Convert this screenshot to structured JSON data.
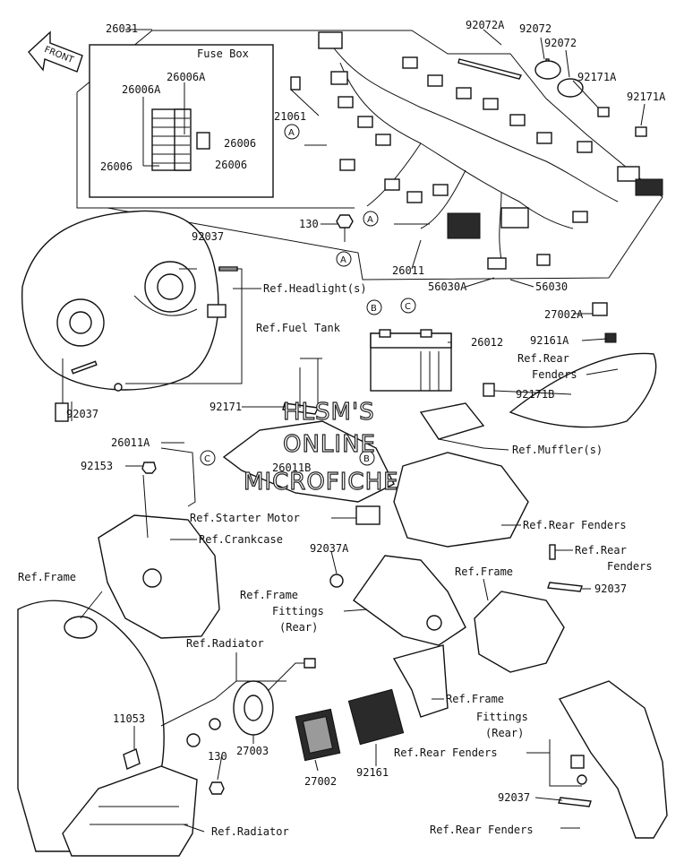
{
  "front_label": "FRONT",
  "fuse_box_title": "Fuse Box",
  "watermark": [
    "HLSM'S",
    "ONLINE",
    "MICROFICHE"
  ],
  "part_labels": {
    "p26031": "26031",
    "p92072A": "92072A",
    "p92072a": "92072",
    "p92072b": "92072",
    "p92171A_1": "92171A",
    "p92171A_2": "92171A",
    "p26006A_1": "26006A",
    "p26006A_2": "26006A",
    "p26006_1": "26006",
    "p26006_2": "26006",
    "p26006_3": "26006",
    "p21061": "21061",
    "p130a": "130",
    "p26011": "26011",
    "p56030A": "56030A",
    "p56030": "56030",
    "p92037_1": "92037",
    "p92037_2": "92037",
    "p27002A": "27002A",
    "p92161A": "92161A",
    "p26012": "26012",
    "p92171": "92171",
    "p92171B": "92171B",
    "p26011A": "26011A",
    "p92153": "92153",
    "p26011B": "26011B",
    "p92037A": "92037A",
    "p92037_3": "92037",
    "p11053": "11053",
    "p130b": "130",
    "p27003": "27003",
    "p27002": "27002",
    "p92161": "92161",
    "p92037_4": "92037"
  },
  "ref_labels": {
    "headlight": "Ref.Headlight(s)",
    "fuel_tank": "Ref.Fuel Tank",
    "rear_fenders_1a": "Ref.Rear",
    "rear_fenders_1b": "Fenders",
    "muffler": "Ref.Muffler(s)",
    "starter_motor": "Ref.Starter Motor",
    "rear_fenders_2": "Ref.Rear Fenders",
    "crankcase": "Ref.Crankcase",
    "rear_fenders_3a": "Ref.Rear",
    "rear_fenders_3b": "Fenders",
    "frame_1": "Ref.Frame",
    "frame_2": "Ref.Frame",
    "frame_fittings_1a": "Ref.Frame",
    "frame_fittings_1b": "Fittings",
    "frame_fittings_1c": "(Rear)",
    "radiator_1": "Ref.Radiator",
    "frame_fittings_2a": "Ref.Frame",
    "frame_fittings_2b": "Fittings",
    "frame_fittings_2c": "(Rear)",
    "rear_fenders_4": "Ref.Rear Fenders",
    "rear_fenders_5": "Ref.Rear Fenders",
    "radiator_2": "Ref.Radiator"
  },
  "connectors": {
    "A1": "A",
    "A2": "A",
    "A3": "A",
    "B1": "B",
    "B2": "B",
    "C1": "C",
    "C2": "C"
  }
}
